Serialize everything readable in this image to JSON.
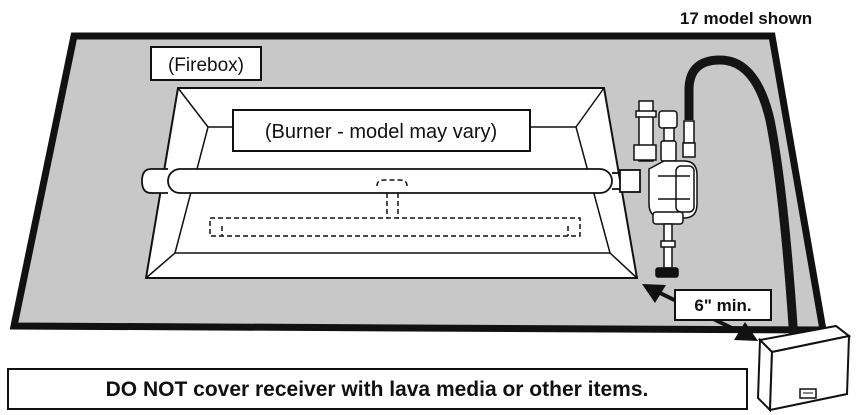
{
  "header": {
    "model_note": "17 model shown"
  },
  "labels": {
    "firebox": "(Firebox)",
    "burner": "(Burner - model may vary)",
    "clearance": "6\" min."
  },
  "warning": {
    "text": "DO NOT cover receiver with lava media or other items."
  },
  "colors": {
    "floor": "#c8c8c8",
    "outline": "#111111",
    "pan": "#ffffff",
    "hose": "#141414"
  }
}
